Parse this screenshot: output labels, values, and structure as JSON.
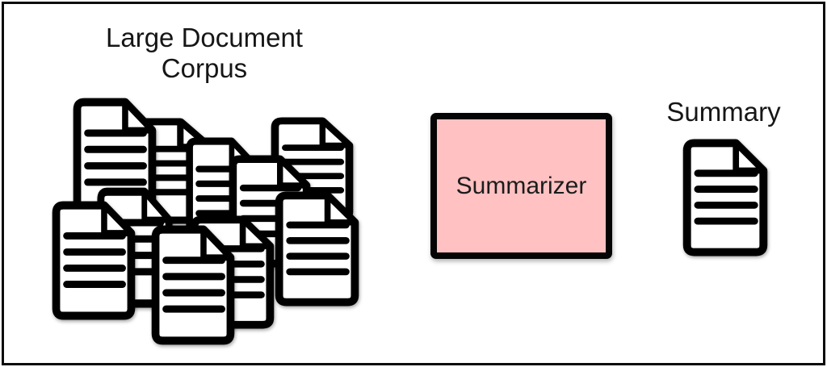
{
  "diagram": {
    "corpus": {
      "title": "Large Document\nCorpus",
      "document_count": 10
    },
    "summarizer": {
      "label": "Summarizer",
      "fill_color": "#ffc1c1",
      "border_color": "#050505"
    },
    "summary": {
      "label": "Summary",
      "document_count": 1
    },
    "colors": {
      "background": "#ffffff",
      "ink": "#111111",
      "frame_border": "#0b0b0b"
    }
  }
}
